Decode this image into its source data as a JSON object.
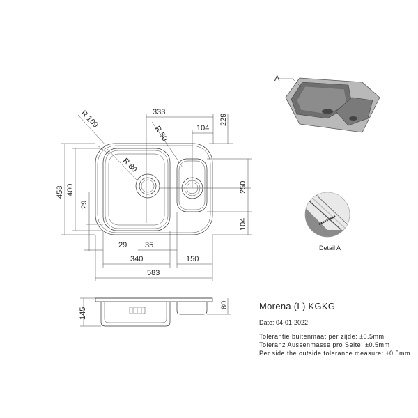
{
  "product": {
    "title": "Morena (L) KGKG",
    "date": "Date: 04-01-2022",
    "tolerance_nl": "Tolerantie buitenmaat per zijde: ±0.5mm",
    "tolerance_de": "Toleranz Aussenmasse pro Seite: ±0.5mm",
    "tolerance_en": "Per side the outside tolerance measure: ±0.5mm"
  },
  "detail": {
    "callout": "A",
    "label": "Detail A"
  },
  "dimensions": {
    "r109": "R 109",
    "r50": "R 50",
    "r80": "R 80",
    "d333": "333",
    "d229": "229",
    "d104_top": "104",
    "d458": "458",
    "d400": "400",
    "d29_left": "29",
    "d250": "250",
    "d104_right": "104",
    "d29_bottom": "29",
    "d35": "35",
    "d340": "340",
    "d150": "150",
    "d583": "583",
    "d145": "145",
    "d80": "80"
  }
}
